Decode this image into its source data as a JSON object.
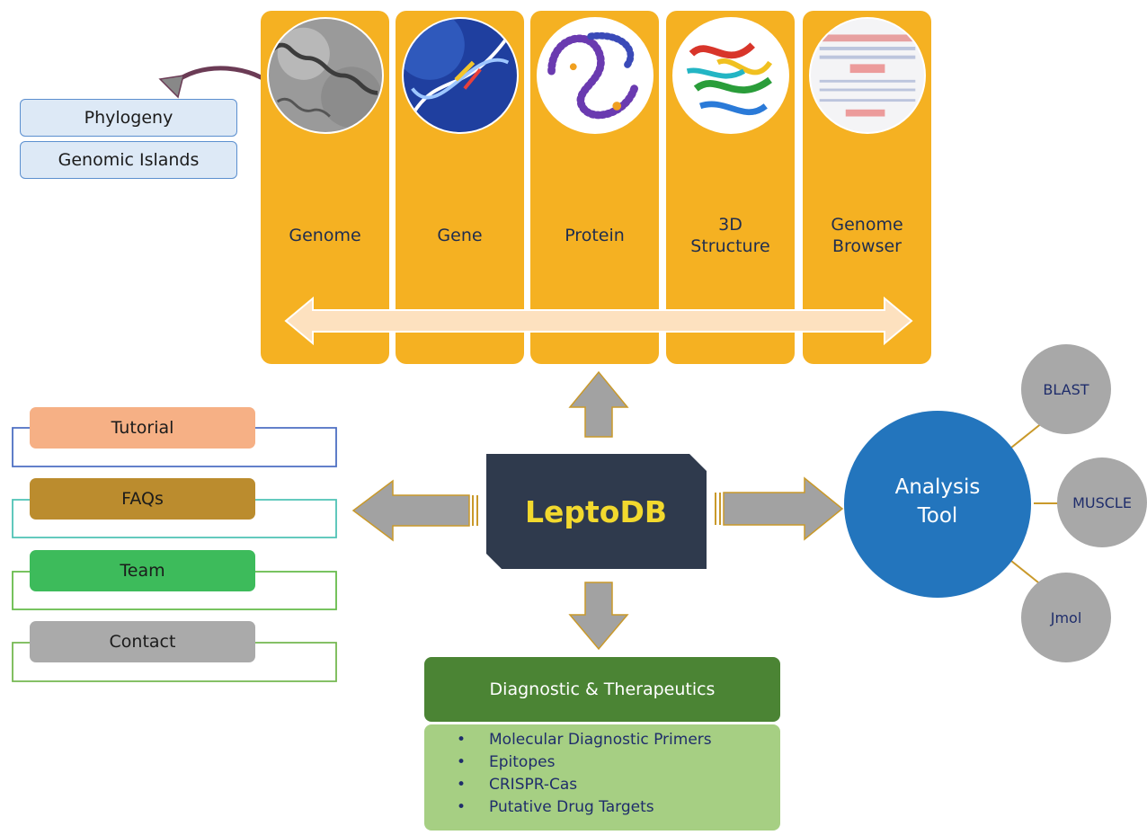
{
  "modules": [
    {
      "label": "Genome",
      "thumb": "bacteria-micrograph"
    },
    {
      "label": "Gene",
      "thumb": "dna-helix"
    },
    {
      "label": "Protein",
      "thumb": "amino-acid-chain"
    },
    {
      "label": "3D\nStructure",
      "thumb": "protein-ribbon"
    },
    {
      "label": "Genome\nBrowser",
      "thumb": "browser-screenshot"
    }
  ],
  "genome_links": [
    "Phylogeny",
    "Genomic Islands"
  ],
  "menu": [
    {
      "label": "Tutorial",
      "color": "#f6b085"
    },
    {
      "label": "FAQs",
      "color": "#bb8c2e"
    },
    {
      "label": "Team",
      "color": "#3dbb5b"
    },
    {
      "label": "Contact",
      "color": "#aaaaaa"
    }
  ],
  "center": {
    "title": "LeptoDB"
  },
  "analysis": {
    "title": "Analysis\nTool",
    "tools": [
      "BLAST",
      "MUSCLE",
      "Jmol"
    ]
  },
  "diagnostics": {
    "title": "Diagnostic & Therapeutics",
    "items": [
      "Molecular Diagnostic Primers",
      "Epitopes",
      "CRISPR-Cas",
      "Putative Drug Targets"
    ]
  },
  "colors": {
    "module": "#f5b122",
    "center": "#2f3a4d",
    "analysis": "#2375bd",
    "tool": "#a8a8a8",
    "arrow": "#a2a2a2",
    "arrow_outline": "#c9992a",
    "diag_header": "#4b8434",
    "diag_body": "#a6cf83"
  }
}
